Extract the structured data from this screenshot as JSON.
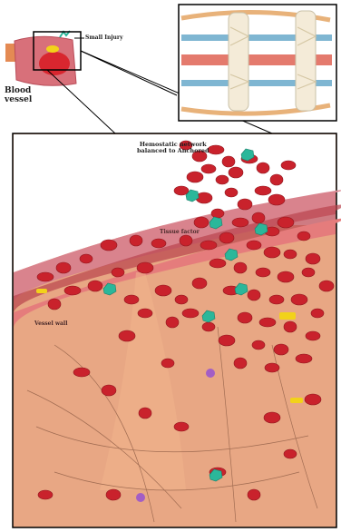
{
  "labels": {
    "blood_vessel": "Blood\nvessel",
    "small_injury": "Small Injury",
    "fibrin_network": "Hemostatic network\nbalanced to Anchored",
    "vessel_wall": "Vessel wall",
    "tissue_factor": "Tissue factor"
  },
  "colors": {
    "background": "#ffffff",
    "tissue": "#e8a784",
    "vessel_wall": "#d9838d",
    "red_cell": "#c9222c",
    "platelet_teal": "#2bb79a",
    "accent_yellow": "#f2d21a",
    "accent_purple": "#a35ec5",
    "inset_blue": "#7fb6d2",
    "inset_red": "#e47a6d"
  }
}
